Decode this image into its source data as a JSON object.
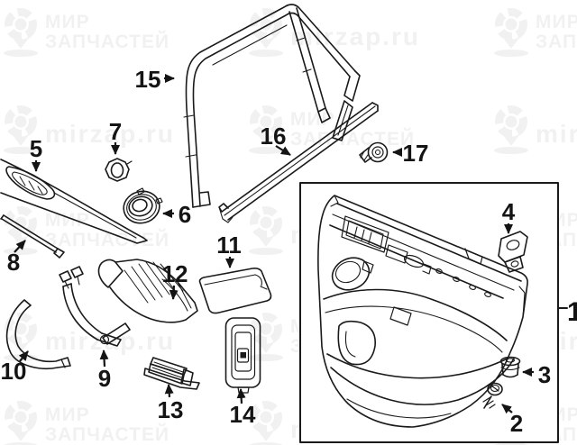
{
  "page": {
    "background": "#ffffff",
    "ink": "#1a1a1a"
  },
  "watermark": {
    "brand_line1": "МИР",
    "brand_line2": "ЗАПЧАСТЕЙ",
    "site": "mirzap.ru",
    "color": "#f1f1f1"
  },
  "callouts": {
    "c1": "1",
    "c2": "2",
    "c3": "3",
    "c4": "4",
    "c5": "5",
    "c6": "6",
    "c7": "7",
    "c8": "8",
    "c9": "9",
    "c10": "10",
    "c11": "11",
    "c12": "12",
    "c13": "13",
    "c14": "14",
    "c15": "15",
    "c16": "16",
    "c17": "17"
  }
}
